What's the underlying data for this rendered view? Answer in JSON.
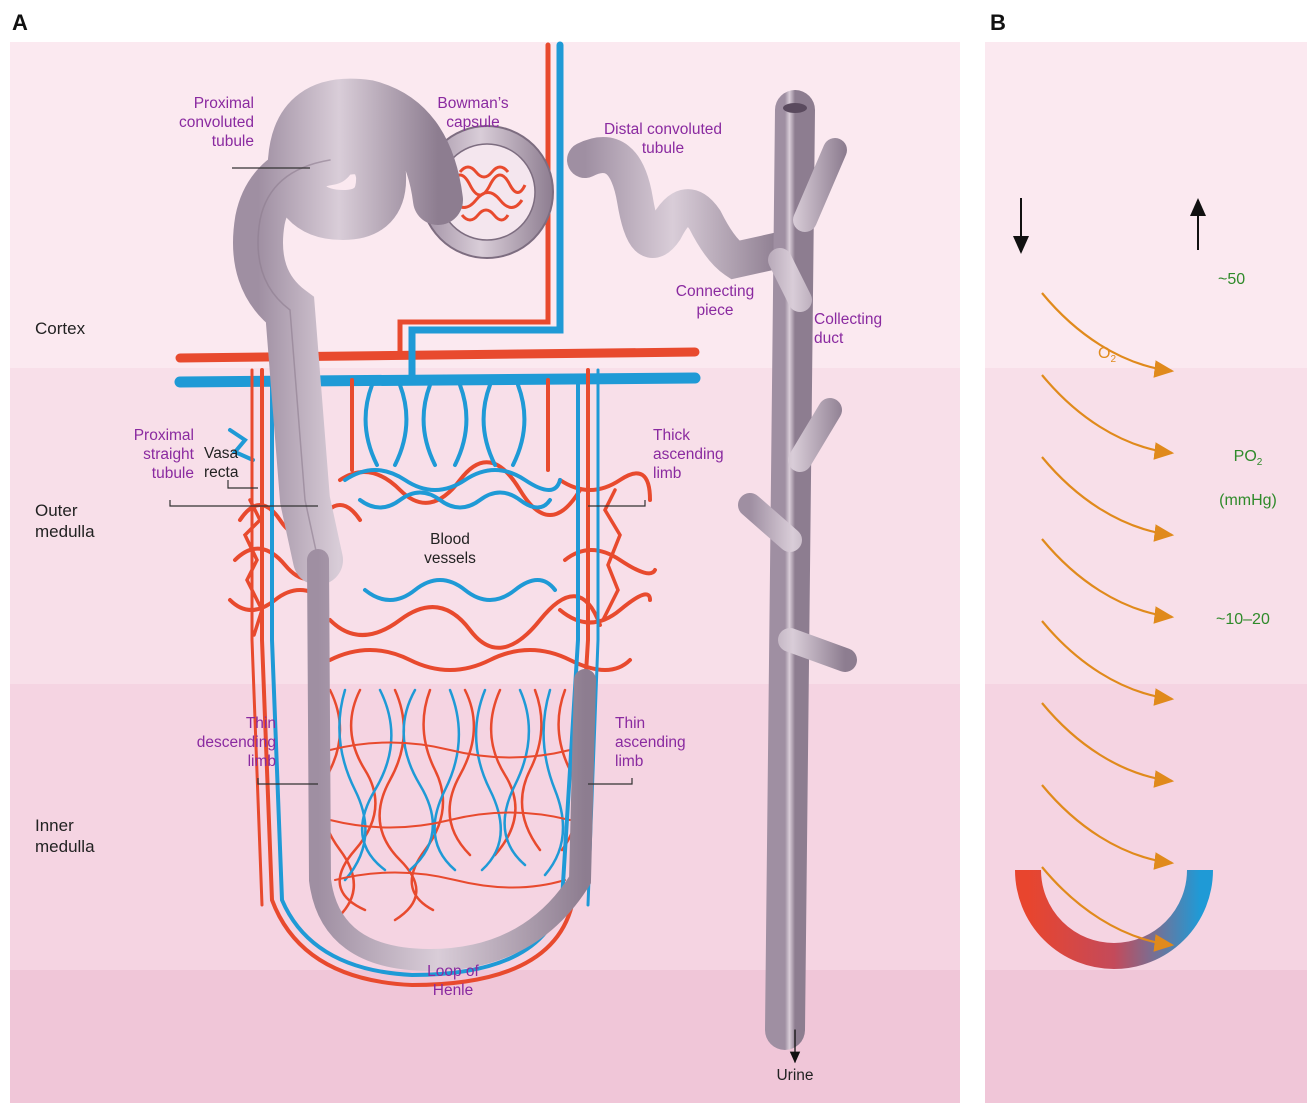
{
  "panels": {
    "a": "A",
    "b": "B"
  },
  "zones": {
    "cortex": "Cortex",
    "outer_medulla": "Outer\nmedulla",
    "inner_medulla": "Inner\nmedulla"
  },
  "structures": {
    "proximal_convoluted_tubule": "Proximal\nconvoluted\ntubule",
    "bowmans_capsule": "Bowman’s\ncapsule",
    "distal_convoluted_tubule": "Distal convoluted\ntubule",
    "connecting_piece": "Connecting\npiece",
    "collecting_duct": "Collecting\nduct",
    "proximal_straight_tubule": "Proximal\nstraight\ntubule",
    "vasa_recta": "Vasa\nrecta",
    "thick_ascending_limb": "Thick\nascending\nlimb",
    "blood_vessels": "Blood\nvessels",
    "thin_descending_limb": "Thin\ndescending\nlimb",
    "thin_ascending_limb": "Thin\nascending\nlimb",
    "loop_of_henle": "Loop of\nHenle",
    "urine": "Urine"
  },
  "panel_b": {
    "o2_label": "O",
    "o2_sub": "2",
    "po2_label": "PO",
    "po2_sub": "2",
    "po2_unit": "(mmHg)",
    "value_top": "~50",
    "value_mid": "~10–20"
  },
  "colors": {
    "cortex_bg": "#fbe9f0",
    "outer_medulla_bg": "#f8dfe9",
    "inner_medulla_bg": "#f5d4e2",
    "papilla_bg": "#f0c6d8",
    "artery_red": "#e84a2e",
    "vein_blue": "#1f9ad6",
    "tubule": "#b8a8b8",
    "label_purple": "#8a2aa0",
    "po2_green": "#2f8a2a",
    "o2_orange": "#e08a1c"
  }
}
